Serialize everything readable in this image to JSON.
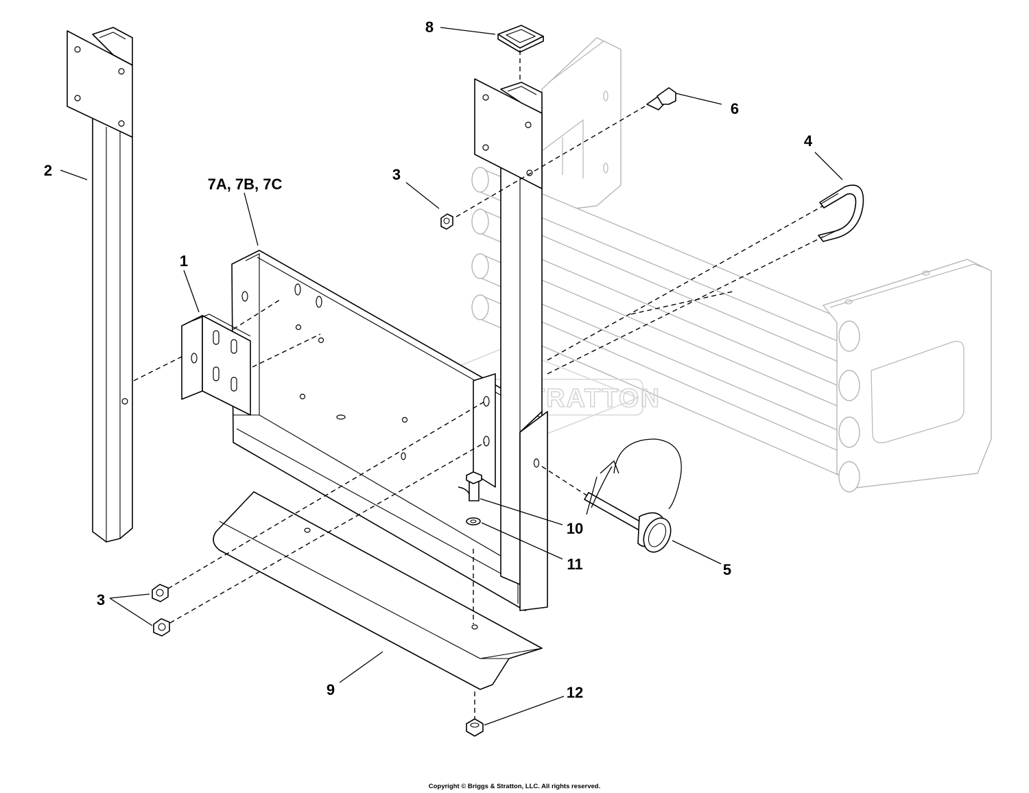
{
  "watermark": "BRIGGS & STRATTON",
  "copyright": "Copyright © Briggs & Stratton, LLC. All rights reserved.",
  "callouts": {
    "c1": "1",
    "c2": "2",
    "c3a": "3",
    "c3b": "3",
    "c4": "4",
    "c5": "5",
    "c6": "6",
    "c7": "7A, 7B, 7C",
    "c8": "8",
    "c9": "9",
    "c10": "10",
    "c11": "11",
    "c12": "12"
  }
}
